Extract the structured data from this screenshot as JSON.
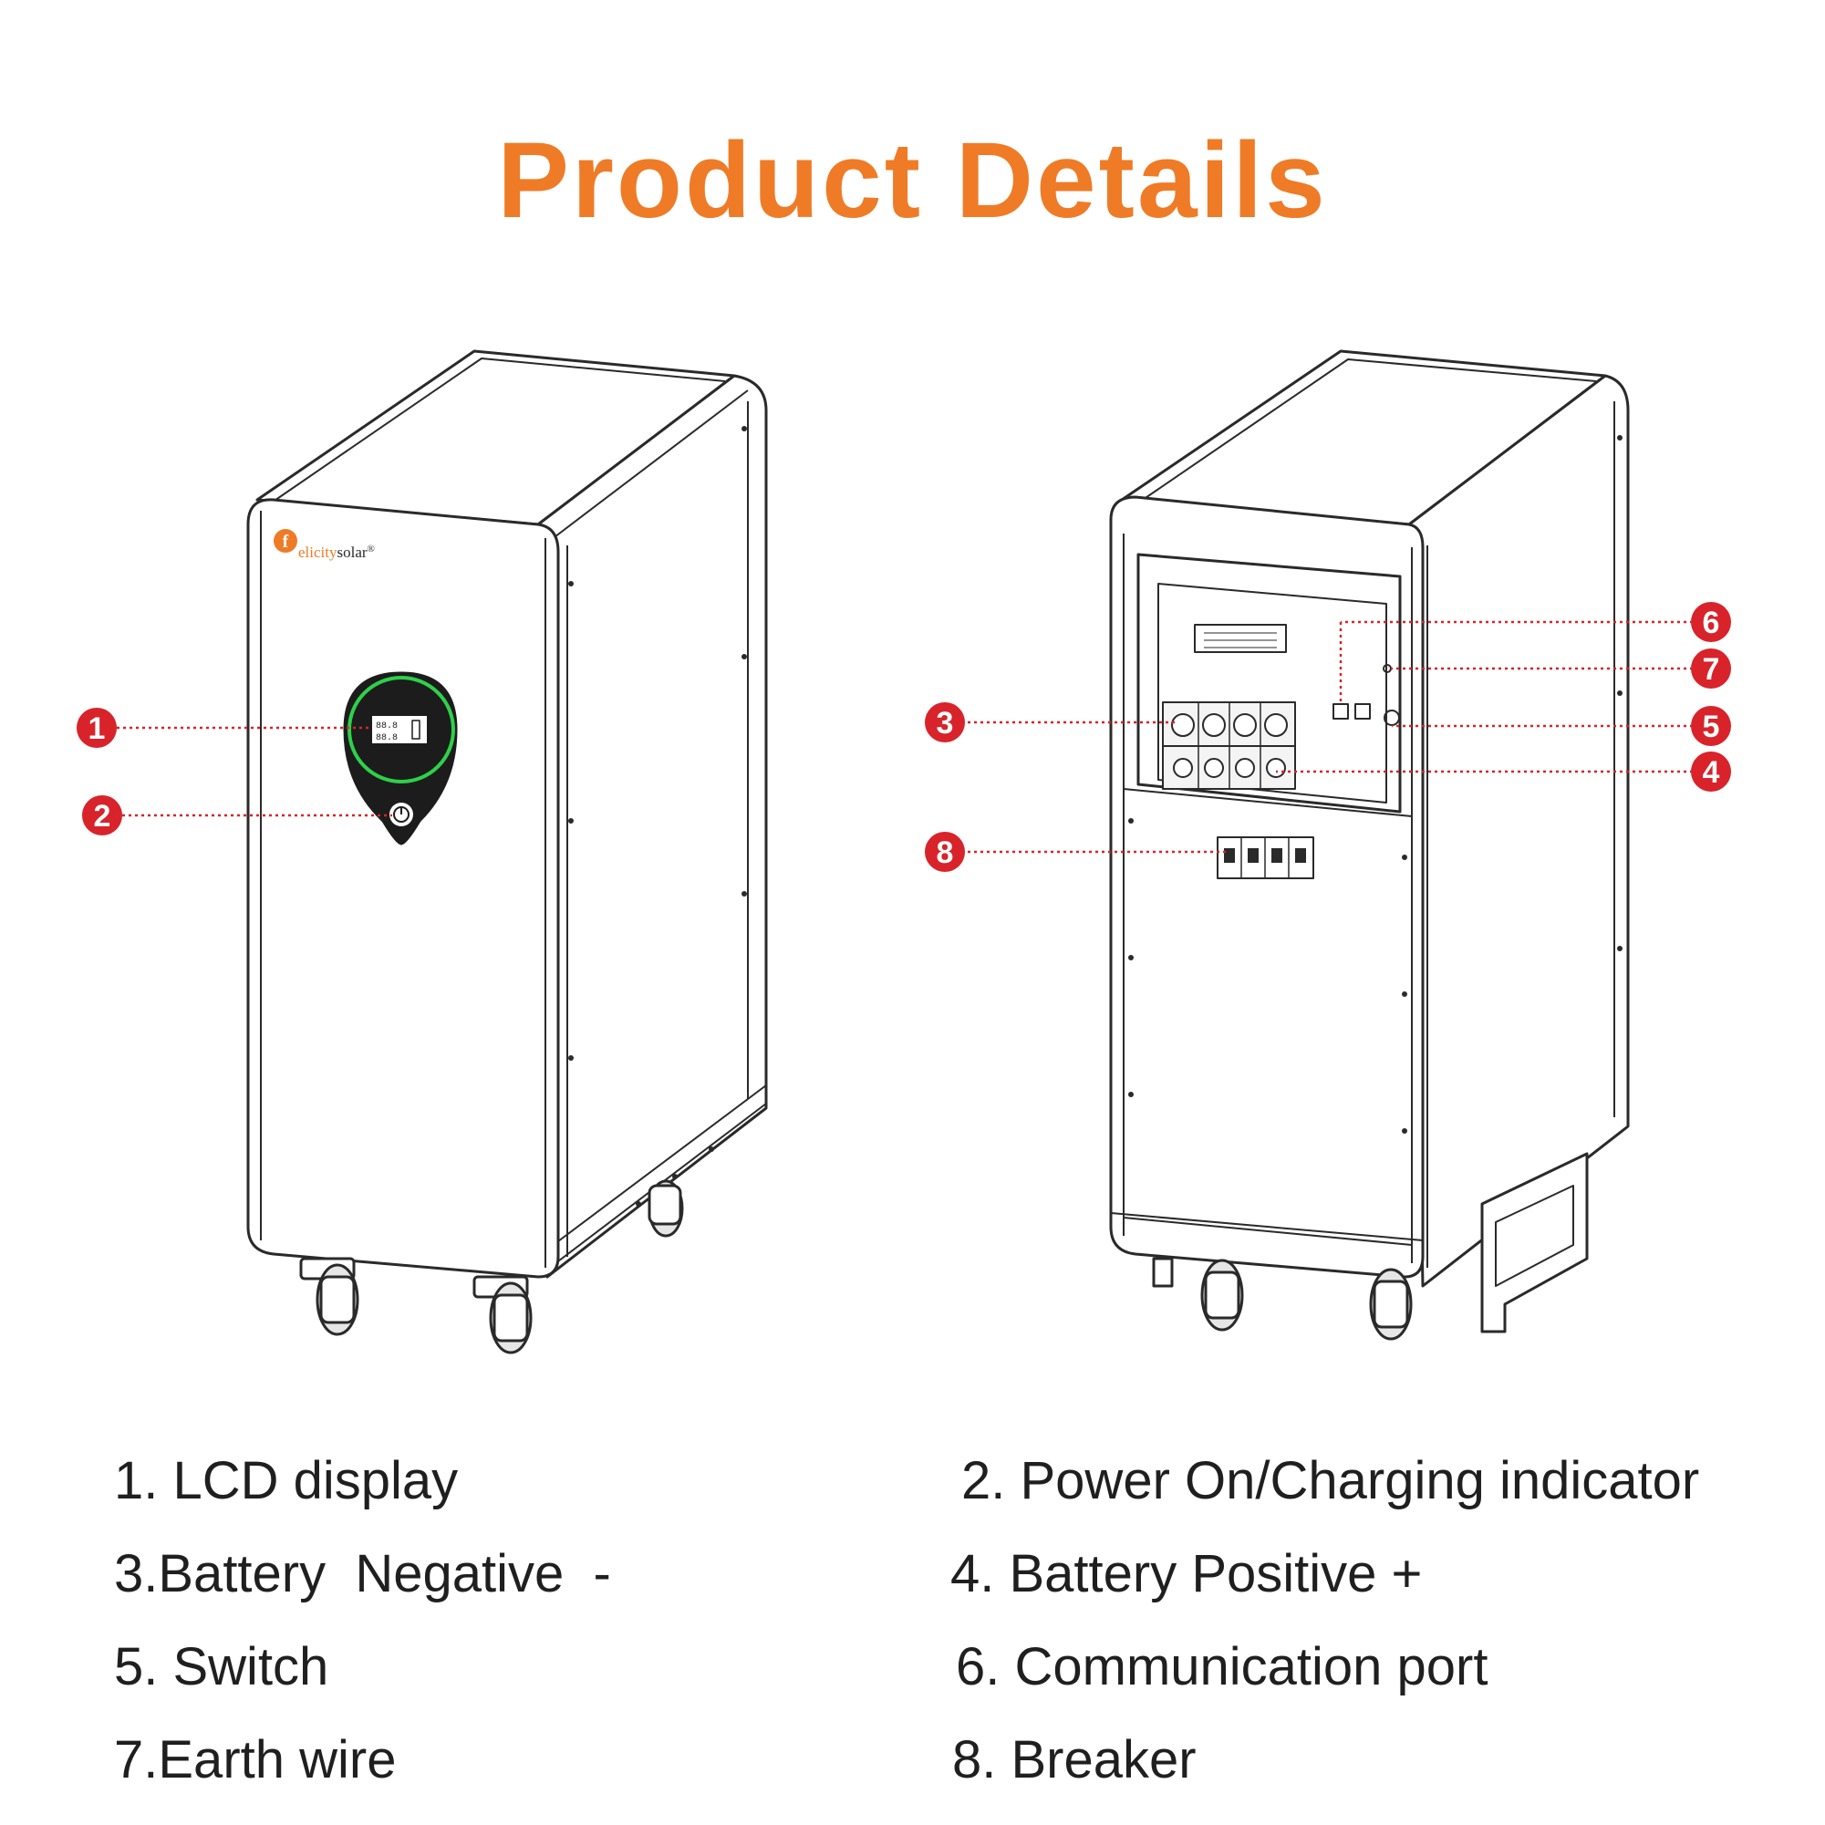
{
  "title": "Product Details",
  "brand": {
    "logo_letter": "f",
    "name_part1": "elicity",
    "name_part2": "solar",
    "mark": "®"
  },
  "callouts": [
    "1",
    "2",
    "3",
    "4",
    "5",
    "6",
    "7",
    "8"
  ],
  "legend": [
    "1. LCD display",
    "2. Power On/Charging indicator",
    "3.Battery  Negative  -",
    "4. Battery Positive +",
    "5. Switch",
    "6. Communication port",
    "7.Earth wire",
    "8. Breaker"
  ],
  "colors": {
    "title": "#ef7b27",
    "callout": "#d8232a",
    "ring": "#2fd04a",
    "line": "#2a2a2a"
  }
}
